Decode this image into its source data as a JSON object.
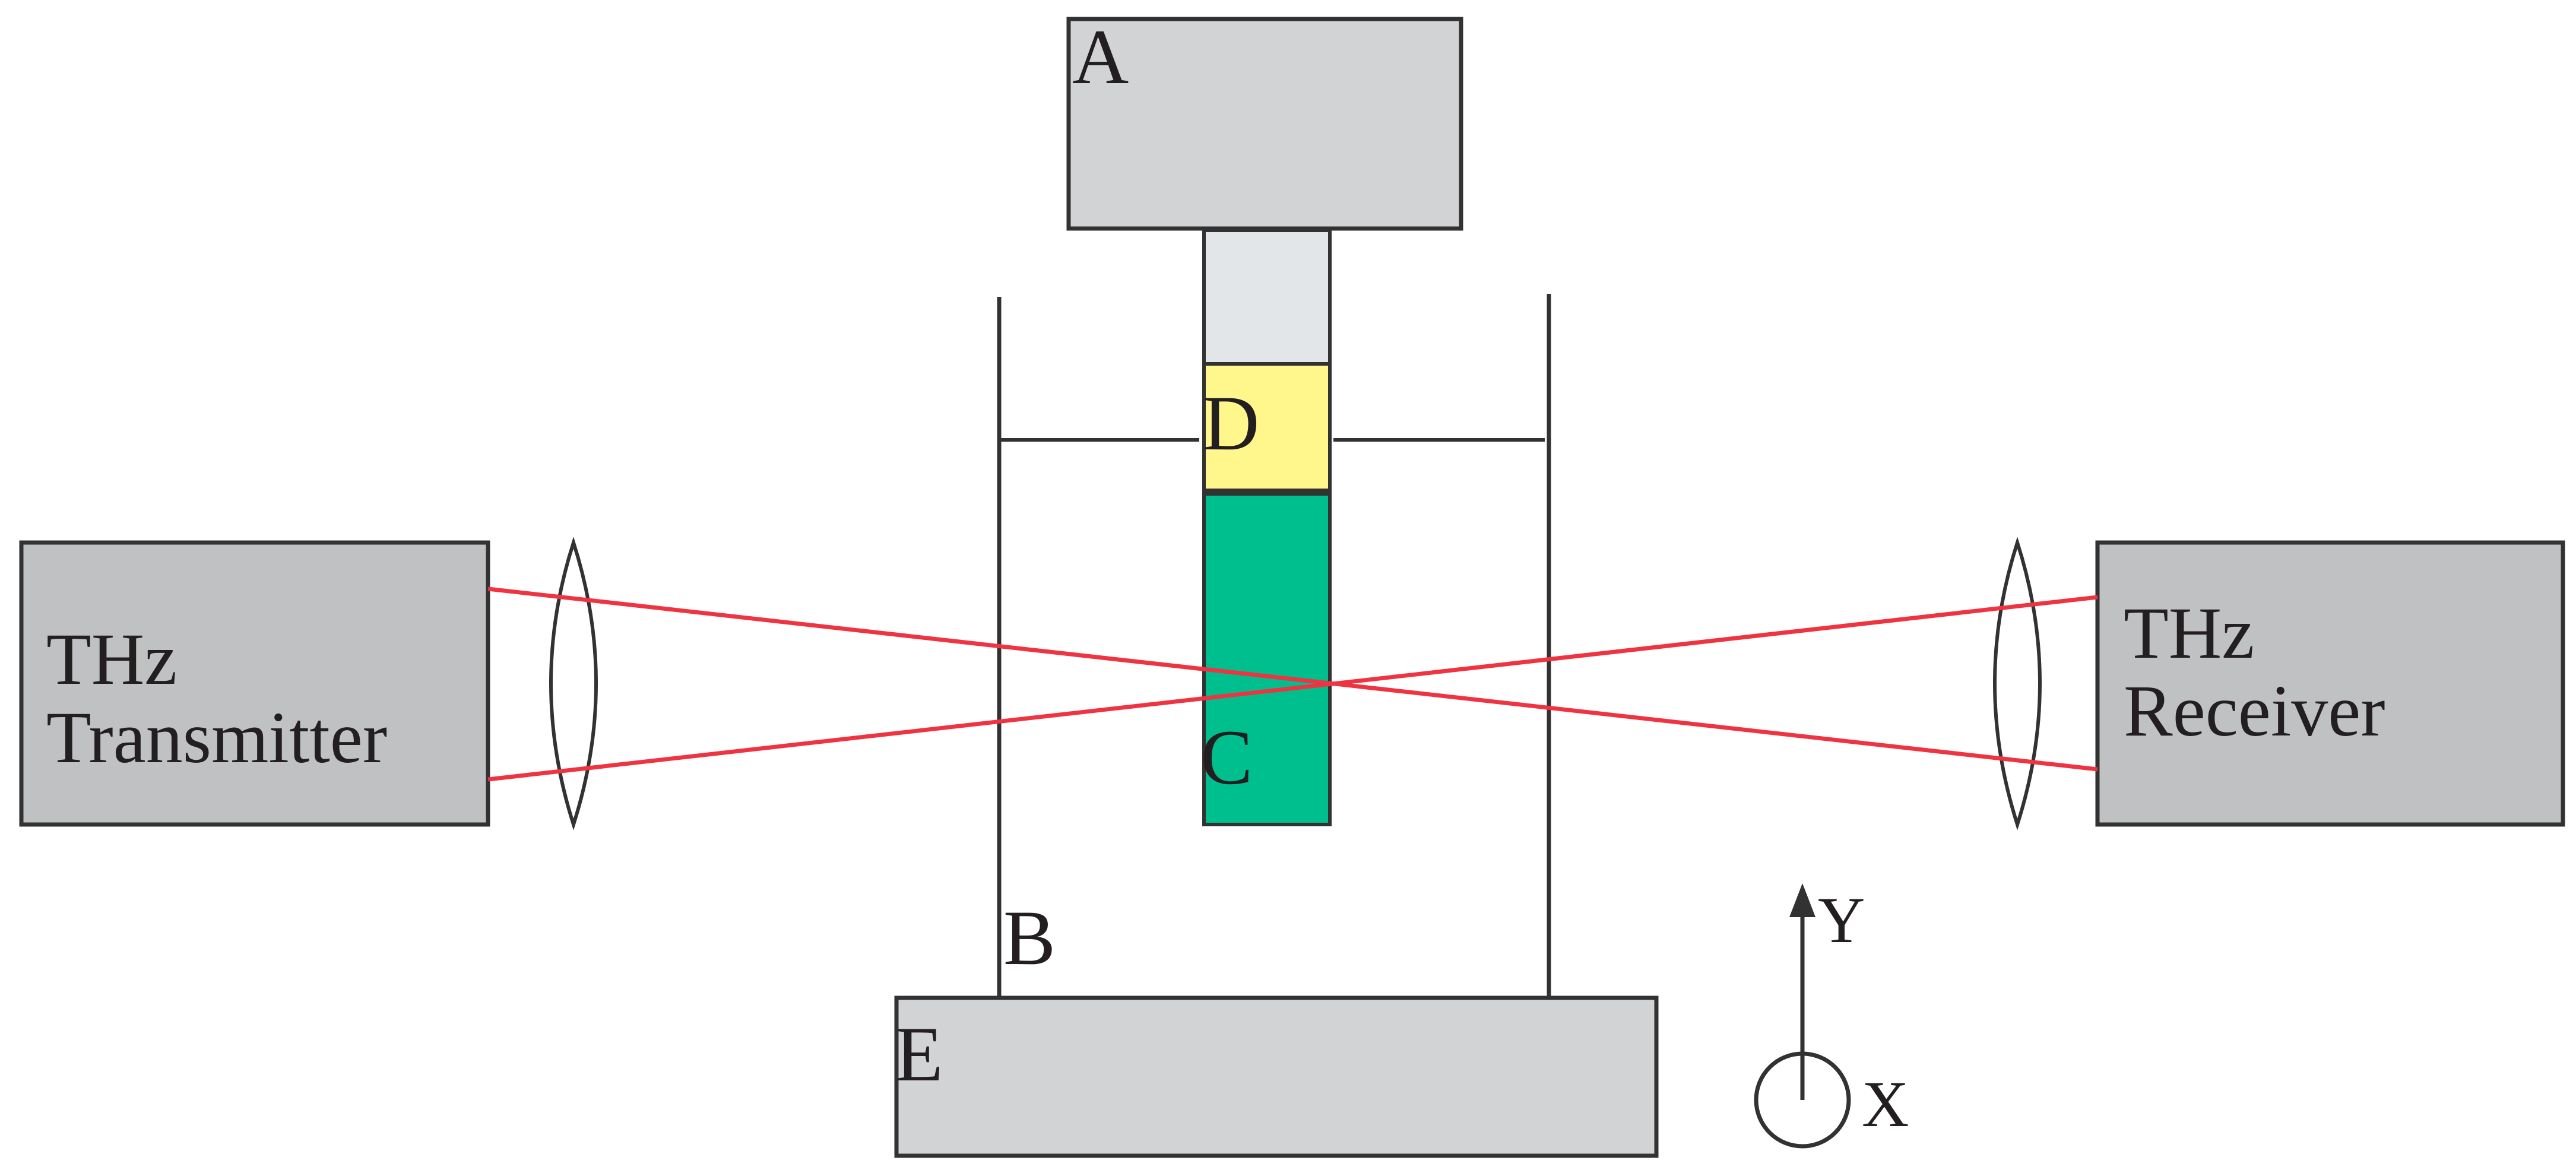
{
  "labels": {
    "a": "A",
    "b": "B",
    "c": "C",
    "d": "D",
    "e": "E"
  },
  "transmitter": {
    "line1": "THz",
    "line2": "Transmitter"
  },
  "receiver": {
    "line1": "THz",
    "line2": "Receiver"
  },
  "axes": {
    "y": "Y",
    "x": "X"
  },
  "colors": {
    "box_gray": "#c0c1c3",
    "box_light_gray": "#d2d3d5",
    "rod_light": "#e3e6e8",
    "sample_yellow": "#fff78c",
    "sample_green": "#00bf8f",
    "beam_red": "#ef3340",
    "outline": "#323232"
  }
}
